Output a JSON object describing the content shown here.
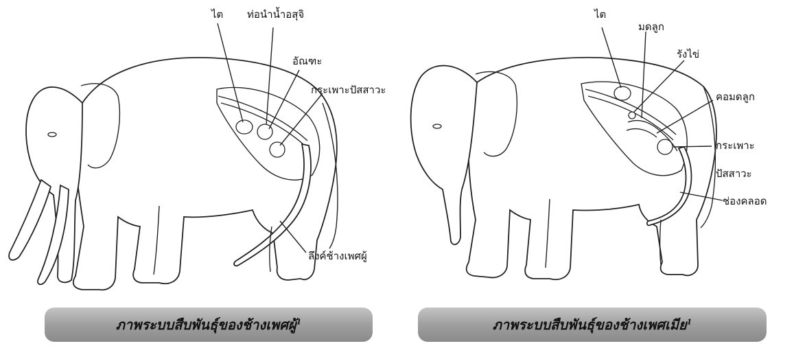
{
  "male": {
    "labels": {
      "kidney": "ไต",
      "vas_deferens": "ท่อนำน้ำอสุจิ",
      "testis": "อัณฑะ",
      "bladder": "กระเพาะปัสสาวะ",
      "penis": "ลึงค์ช้างเพศผู้"
    },
    "caption": "ภาพระบบสืบพันธุ์ของช้างเพศผู้",
    "caption_sup": "1"
  },
  "female": {
    "labels": {
      "kidney": "ไต",
      "uterus": "มดลูก",
      "ovary": "รังไข่",
      "cervix": "คอมดลูก",
      "bladder_line1": "กระเพาะ",
      "bladder_line2": "ปัสสาวะ",
      "vagina": "ช่องคลอด"
    },
    "caption": "ภาพระบบสืบพันธุ์ของช้างเพศเมีย",
    "caption_sup": "1"
  }
}
